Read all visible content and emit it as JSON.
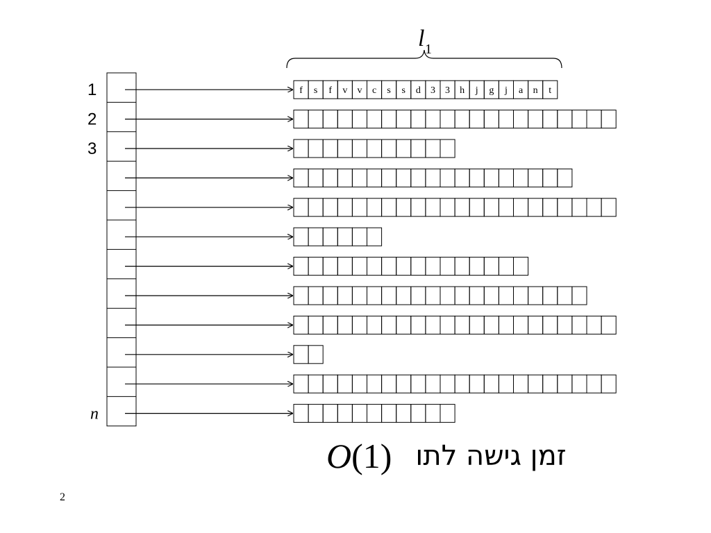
{
  "index_labels": [
    "1",
    "2",
    "3",
    "",
    "",
    "",
    "",
    "",
    "",
    "",
    "",
    "n"
  ],
  "rows": [
    {
      "cells": 18,
      "chars": [
        "f",
        "s",
        "f",
        "v",
        "v",
        "c",
        "s",
        "s",
        "d",
        "3",
        "3",
        "h",
        "j",
        "g",
        "j",
        "a",
        "n",
        "t"
      ]
    },
    {
      "cells": 22
    },
    {
      "cells": 11
    },
    {
      "cells": 19
    },
    {
      "cells": 22
    },
    {
      "cells": 6
    },
    {
      "cells": 16
    },
    {
      "cells": 20
    },
    {
      "cells": 22
    },
    {
      "cells": 2
    },
    {
      "cells": 22
    },
    {
      "cells": 11
    }
  ],
  "brace_label": {
    "main": "l",
    "sub": "1"
  },
  "complexity": {
    "o": "O",
    "arg": "(1)",
    "caption": "זמן גישה לתו"
  },
  "page_number": "2"
}
